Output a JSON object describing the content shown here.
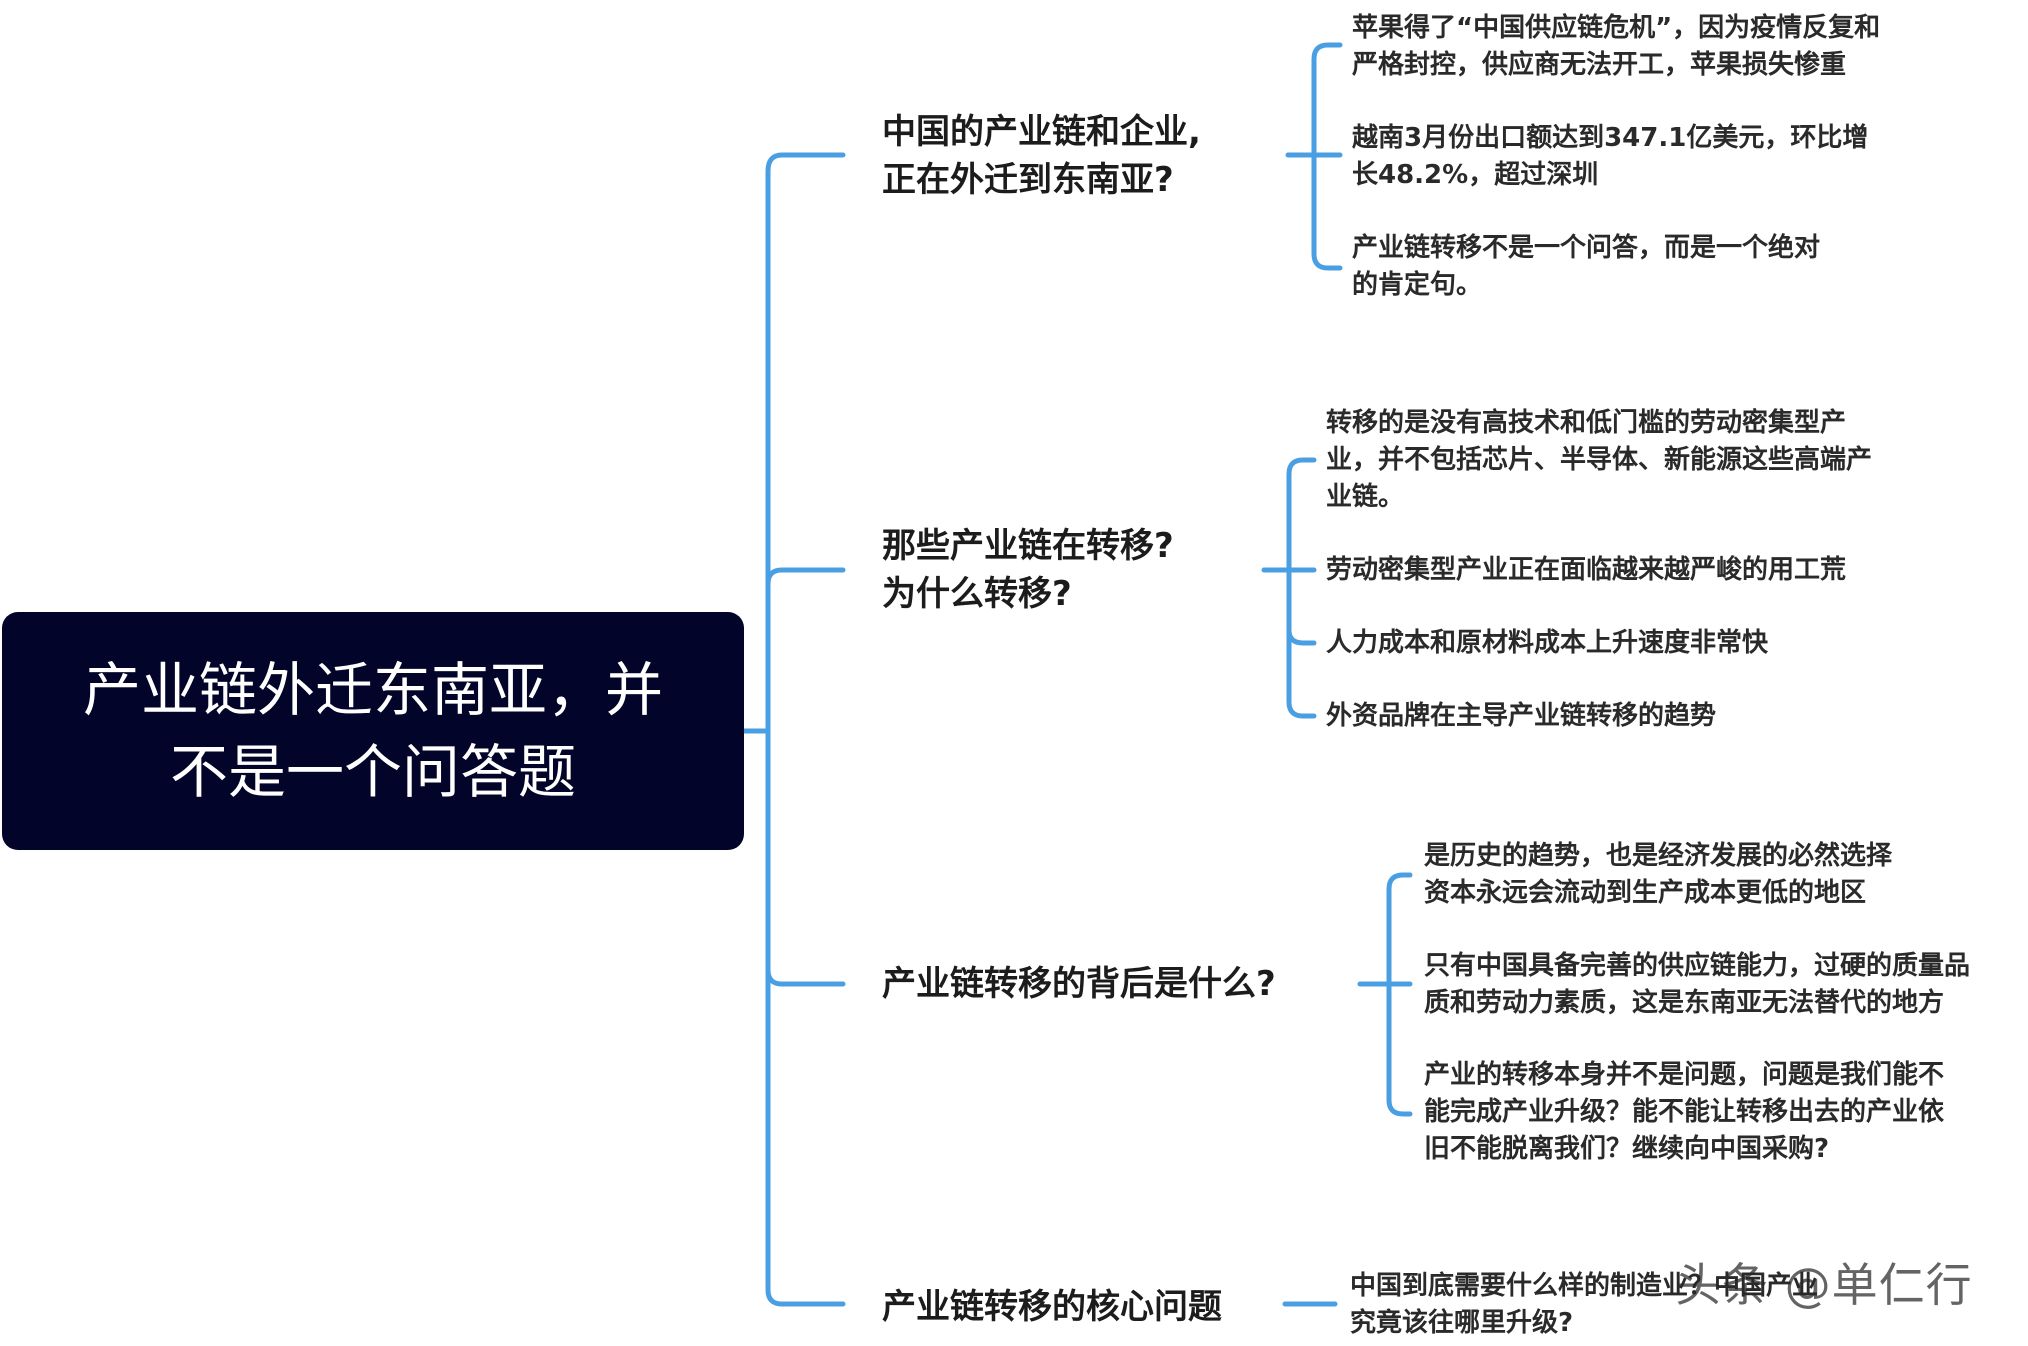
{
  "root": {
    "line1": "产业链外迁东南亚，并",
    "line2": "不是一个问答题"
  },
  "branches": [
    {
      "title": [
        "中国的产业链和企业,",
        "正在外迁到东南亚?"
      ],
      "leaves": [
        [
          "苹果得了“中国供应链危机”，因为疫情反复和",
          "严格封控，供应商无法开工，苹果损失惨重"
        ],
        [
          "越南3月份出口额达到347.1亿美元，环比增",
          "长48.2%，超过深圳"
        ],
        [
          "产业链转移不是一个问答，而是一个绝对",
          "的肯定句。"
        ]
      ]
    },
    {
      "title": [
        "那些产业链在转移?",
        "为什么转移?"
      ],
      "leaves": [
        [
          "转移的是没有高技术和低门槛的劳动密集型产",
          "业，并不包括芯片、半导体、新能源这些高端产",
          "业链。"
        ],
        [
          "劳动密集型产业正在面临越来越严峻的用工荒"
        ],
        [
          "人力成本和原材料成本上升速度非常快"
        ],
        [
          "外资品牌在主导产业链转移的趋势"
        ]
      ]
    },
    {
      "title": [
        "产业链转移的背后是什么?"
      ],
      "leaves": [
        [
          "是历史的趋势，也是经济发展的必然选择",
          "资本永远会流动到生产成本更低的地区"
        ],
        [
          "只有中国具备完善的供应链能力，过硬的质量品",
          "质和劳动力素质，这是东南亚无法替代的地方"
        ],
        [
          "产业的转移本身并不是问题，问题是我们能不",
          "能完成产业升级？能不能让转移出去的产业依",
          "旧不能脱离我们？继续向中国采购?"
        ]
      ]
    },
    {
      "title": [
        "产业链转移的核心问题"
      ],
      "leaves": [
        [
          "中国到底需要什么样的制造业？中国产业",
          "究竟该往哪里升级?"
        ]
      ]
    }
  ],
  "watermark": "头条 @单仁行",
  "colors": {
    "connector": "#4a9fe3",
    "root_bg": "#03042a"
  }
}
